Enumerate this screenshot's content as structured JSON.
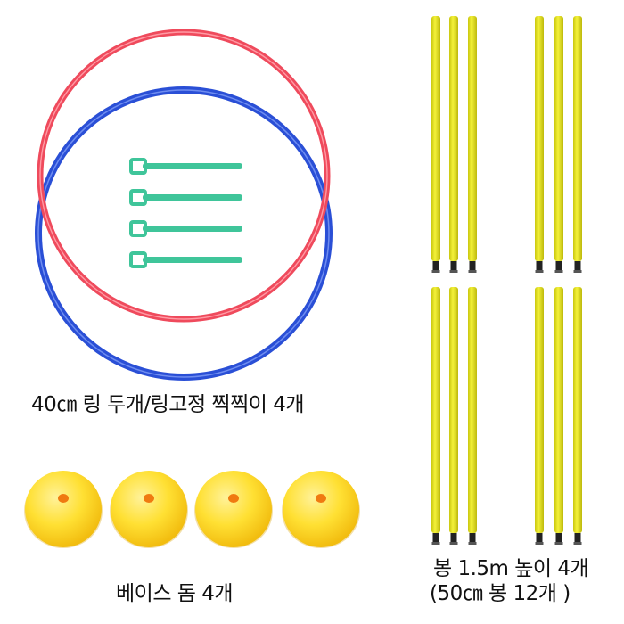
{
  "captions": {
    "rings": "40㎝ 링 두개/링고정 찍찍이 4개",
    "domes": "베이스 돔 4개",
    "poles_line1": "봉 1.5m 높이 4개",
    "poles_line2": "(50㎝ 봉  12개 )"
  },
  "colors": {
    "ring_red": "#ef4a5c",
    "ring_blue": "#2a4fd6",
    "velcro": "#3fc59a",
    "pole_yellow": "#e8e51c",
    "dome_yellow": "#ffe033",
    "dome_hole": "#f07a10",
    "pole_joint": "#222222"
  },
  "items": {
    "ring_count": 2,
    "velcro_count": 4,
    "dome_count": 4,
    "pole_groups": 4,
    "poles_per_group": 3
  }
}
